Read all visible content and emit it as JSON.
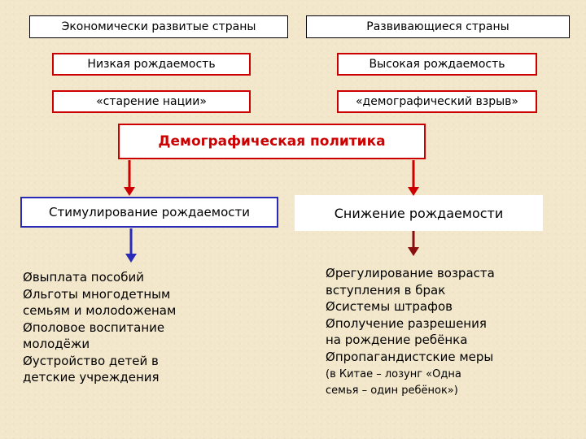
{
  "top": {
    "left_title": "Экономически развитые страны",
    "right_title": "Развивающиеся страны"
  },
  "left": {
    "birth_rate": "Низкая рождаемость",
    "consequence": "«старение нации»"
  },
  "right": {
    "birth_rate": "Высокая рождаемость",
    "consequence": "«демографический взрыв»"
  },
  "center_title": "Демографическая политика",
  "branches": {
    "left_title": "Стимулирование рождаемости",
    "right_title": "Снижение рождаемости"
  },
  "bullet_glyph": "Ø",
  "left_list": [
    "выплата пособий",
    "льготы многодетным",
    "семьям и молоdоженам",
    "половое воспитание",
    "молодёжи",
    "устройство детей в",
    "детские учреждения"
  ],
  "right_list": [
    "регулирование возраста",
    "вступления в брак",
    "системы штрафов",
    "получение разрешения",
    "на рождение ребёнка",
    "пропагандистские меры"
  ],
  "right_note": [
    "(в Китае – лозунг «Одна",
    "семья – один ребёнок»)"
  ],
  "colors": {
    "background": "#f3e7cb",
    "red": "#cc0000",
    "blue": "#2a2ab8"
  },
  "icons": {
    "bullet": "arrowhead-bullet-icon"
  }
}
